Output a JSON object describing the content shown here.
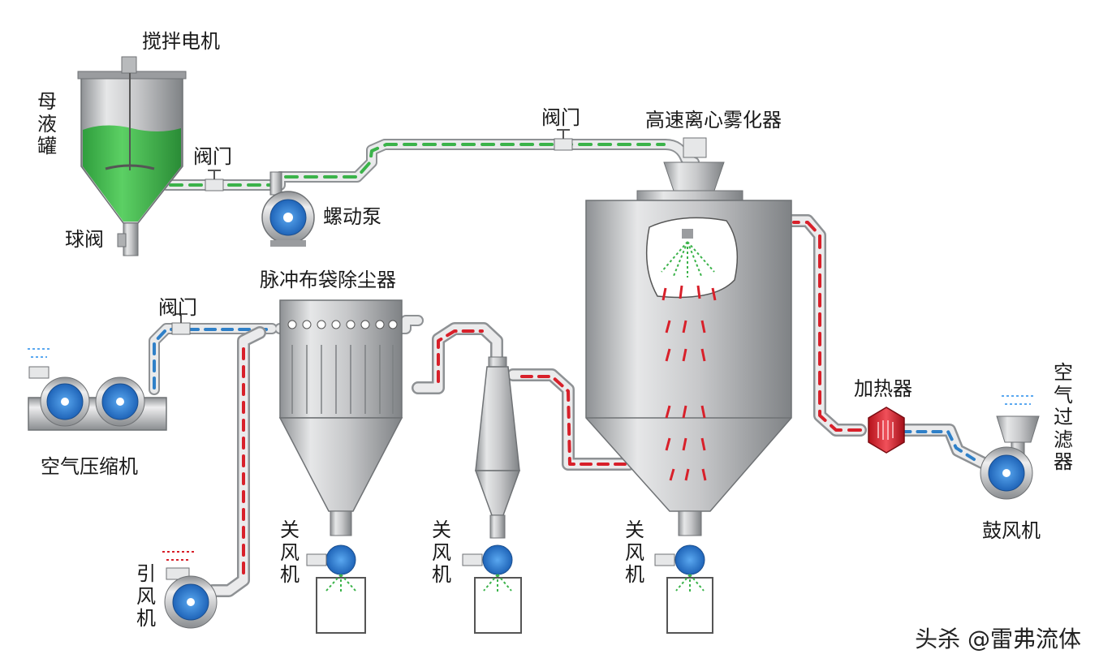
{
  "labels": {
    "stirring_motor": "搅拌电机",
    "mother_tank": "母液罐",
    "valve_1": "阀门",
    "ball_valve": "球阀",
    "peristaltic_pump": "螺动泵",
    "valve_2": "阀门",
    "atomizer": "高速离心雾化器",
    "bag_filter": "脉冲布袋除尘器",
    "valve_3": "阀门",
    "air_compressor": "空气压缩机",
    "heater": "加热器",
    "air_filter": "空气过滤器",
    "blower": "鼓风机",
    "induced_fan": "引风机",
    "airlock_1": "关风机",
    "airlock_2": "关风机",
    "airlock_3": "关风机"
  },
  "watermark": "头杀 @雷弗流体",
  "colors": {
    "liquid": "#3bb34a",
    "hot_air": "#d8202a",
    "cold_air": "#2f80c8",
    "steel": "#c8c9cb",
    "impeller": "#2b78d0"
  },
  "icons": [
    "fan-icon",
    "pump-icon",
    "valve-icon",
    "spray-icon",
    "heater-icon"
  ]
}
